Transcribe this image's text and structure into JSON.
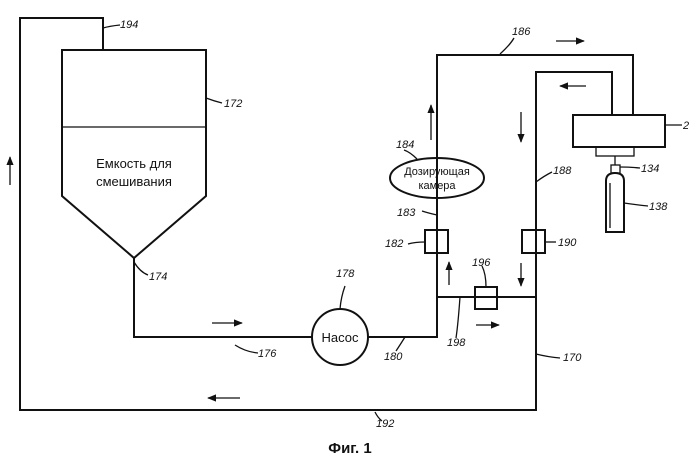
{
  "tank": {
    "text_line1": "Емкость для",
    "text_line2": "смешивания",
    "ref_top": "194",
    "ref_side": "172",
    "ref_bottom": "174"
  },
  "pump": {
    "text": "Насос",
    "ref": "178"
  },
  "dosing_chamber": {
    "text_line1": "Дозирующая",
    "text_line2": "камера",
    "ref": "184",
    "ref_outlet": "183"
  },
  "refs": {
    "pipe_to_pump": "176",
    "pump_out": "180",
    "return_pipe": "192",
    "upper_loop": "186",
    "down_pipe": "188",
    "valve_left": "182",
    "valve_right": "190",
    "valve_bypass": "196",
    "bypass_pipe": "198",
    "loop_ref": "170",
    "filler_head": "2",
    "nozzle": "134",
    "container": "138"
  },
  "caption": "Фиг. 1"
}
